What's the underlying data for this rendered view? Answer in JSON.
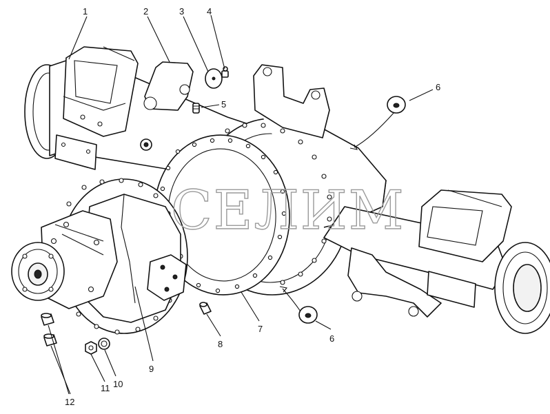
{
  "callouts": {
    "c1": "1",
    "c2": "2",
    "c3": "3",
    "c4": "4",
    "c5": "5",
    "c6a": "6",
    "c6b": "6",
    "c7": "7",
    "c8": "8",
    "c9": "9",
    "c10": "10",
    "c11": "11",
    "c12": "12"
  },
  "watermark": "СЕЛИМ"
}
